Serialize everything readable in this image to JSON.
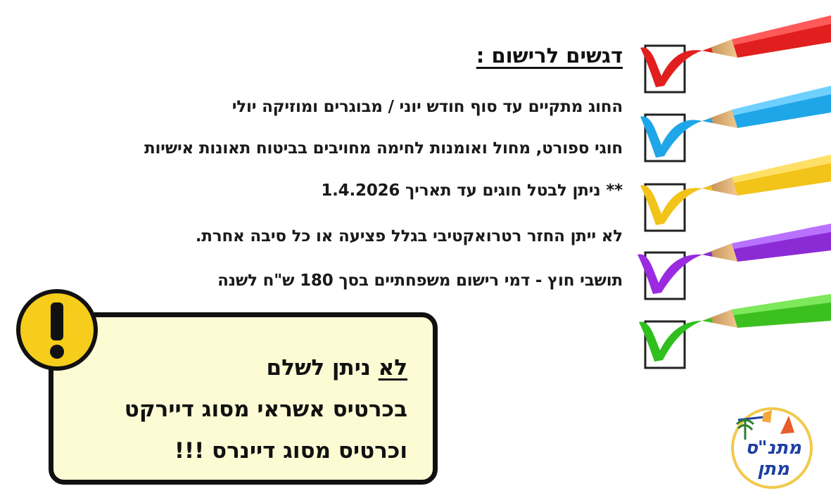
{
  "title": "דגשים לרישום :",
  "lines": [
    "החוג מתקיים עד סוף חודש יוני / מבוגרים ומוזיקה יולי",
    "חוגי ספורט, מחול ואומנות לחימה מחויבים בביטוח תאונות אישיות",
    "** ניתן לבטל חוגים עד תאריך 1.4.2026",
    "לא ייתן החזר רטרואקטיבי בגלל פציעה או כל סיבה אחרת.",
    "תושבי חוץ - דמי רישום משפחתיים בסך 180 ש\"ח לשנה"
  ],
  "notice": {
    "line1_prefix": "לא",
    "line1_rest": " ניתן לשלם",
    "line2": "בכרטיס אשראי מסוג דיירקט",
    "line3": "וכרטיס מסוג דיינרס !!!"
  },
  "warning_icon": {
    "symbol": "!",
    "color": "#f5cd1a"
  },
  "logo": {
    "text": "מתנ\"ס מתן",
    "color": "#1d3fa3"
  },
  "pencil_colors": [
    "#e11f1f",
    "#1fa6e8",
    "#f2c319",
    "#8b2bd6",
    "#3cc020"
  ]
}
